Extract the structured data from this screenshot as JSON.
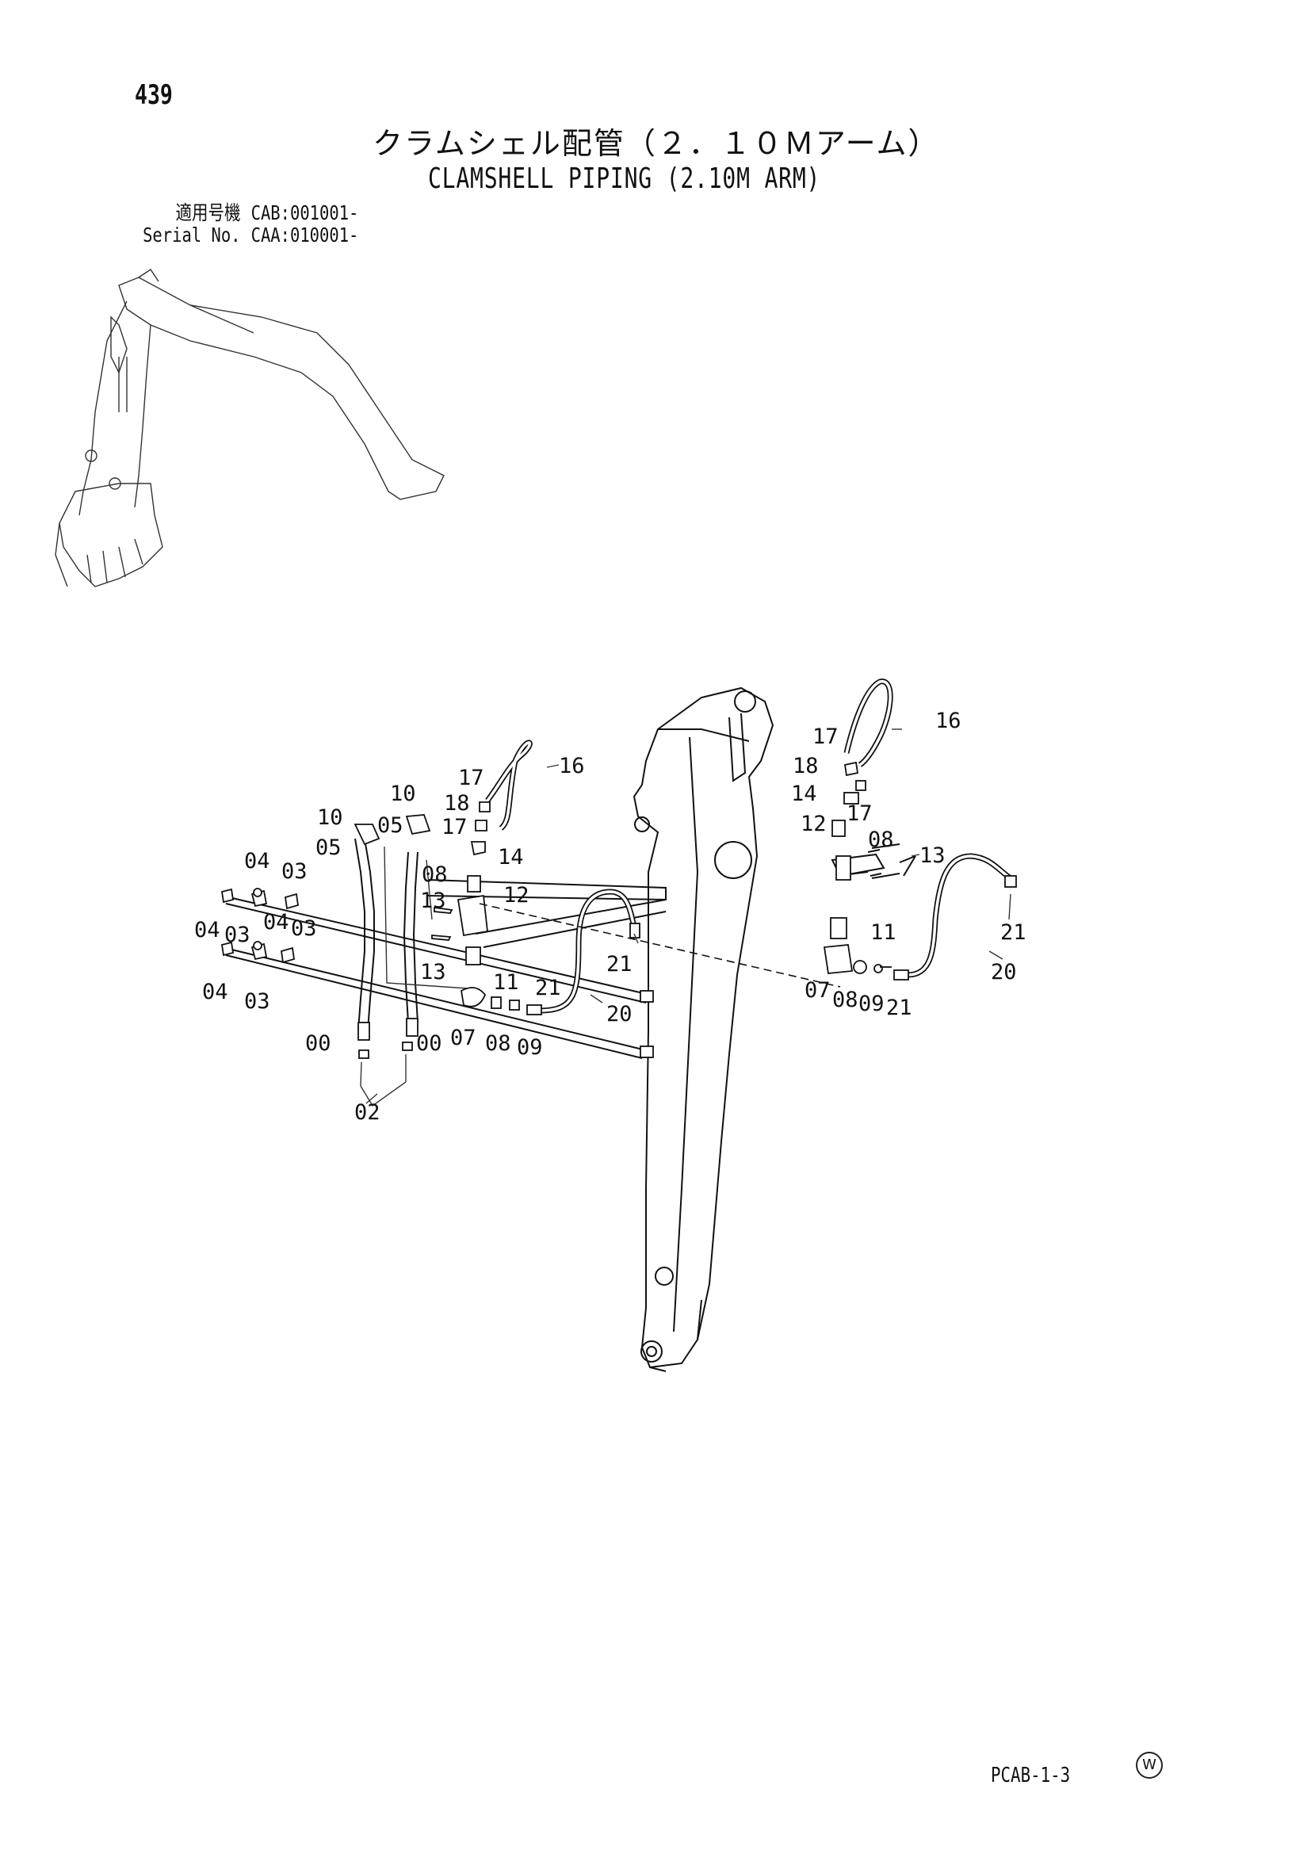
{
  "header": {
    "page_number": "439",
    "title_ja": "クラムシェル配管（２．１０Ｍアーム）",
    "title_en": "CLAMSHELL PIPING (2.10M ARM)",
    "serial": [
      {
        "label": "適用号機",
        "value": "CAB:001001-"
      },
      {
        "label": "Serial No.",
        "value": "CAA:010001-"
      }
    ]
  },
  "callouts": [
    "00",
    "00",
    "02",
    "03",
    "03",
    "03",
    "03",
    "04",
    "04",
    "04",
    "04",
    "05",
    "05",
    "07",
    "07",
    "08",
    "08",
    "08",
    "08",
    "09",
    "09",
    "10",
    "10",
    "11",
    "11",
    "12",
    "12",
    "13",
    "13",
    "13",
    "14",
    "14",
    "16",
    "16",
    "17",
    "17",
    "17",
    "17",
    "18",
    "18",
    "20",
    "20",
    "21",
    "21",
    "21",
    "21"
  ],
  "footer": {
    "code": "PCAB-1-3",
    "watermark": "W"
  }
}
